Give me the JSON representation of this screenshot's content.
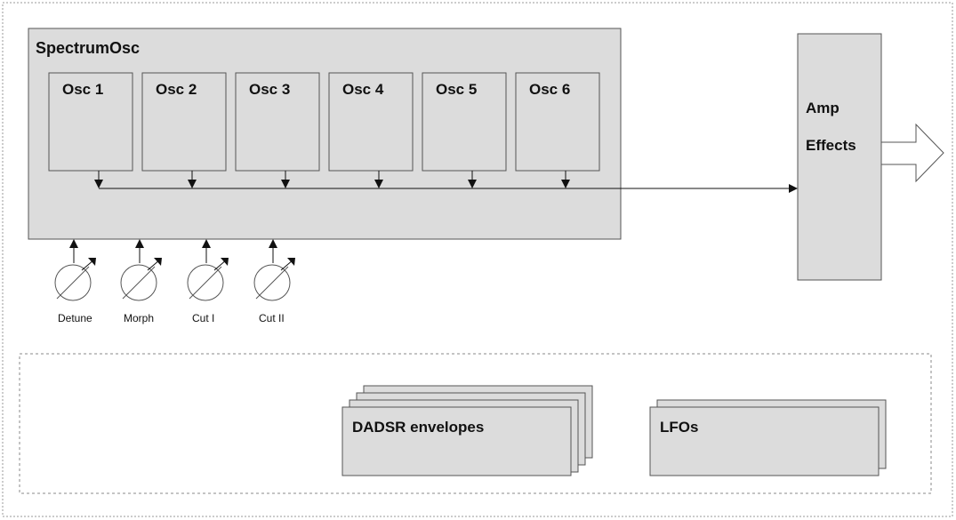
{
  "diagram": {
    "spectrum_osc": {
      "title": "SpectrumOsc",
      "oscillators": [
        "Osc 1",
        "Osc 2",
        "Osc 3",
        "Osc 4",
        "Osc 5",
        "Osc 6"
      ]
    },
    "amp_block": {
      "line1": "Amp",
      "line2": "Effects"
    },
    "knobs": [
      "Detune",
      "Morph",
      "Cut I",
      "Cut II"
    ],
    "modulation": {
      "envelopes_label": "DADSR envelopes",
      "lfos_label": "LFOs"
    },
    "colors": {
      "box_fill": "#dcdcdc",
      "stroke": "#555555",
      "dashed": "#888888"
    }
  }
}
